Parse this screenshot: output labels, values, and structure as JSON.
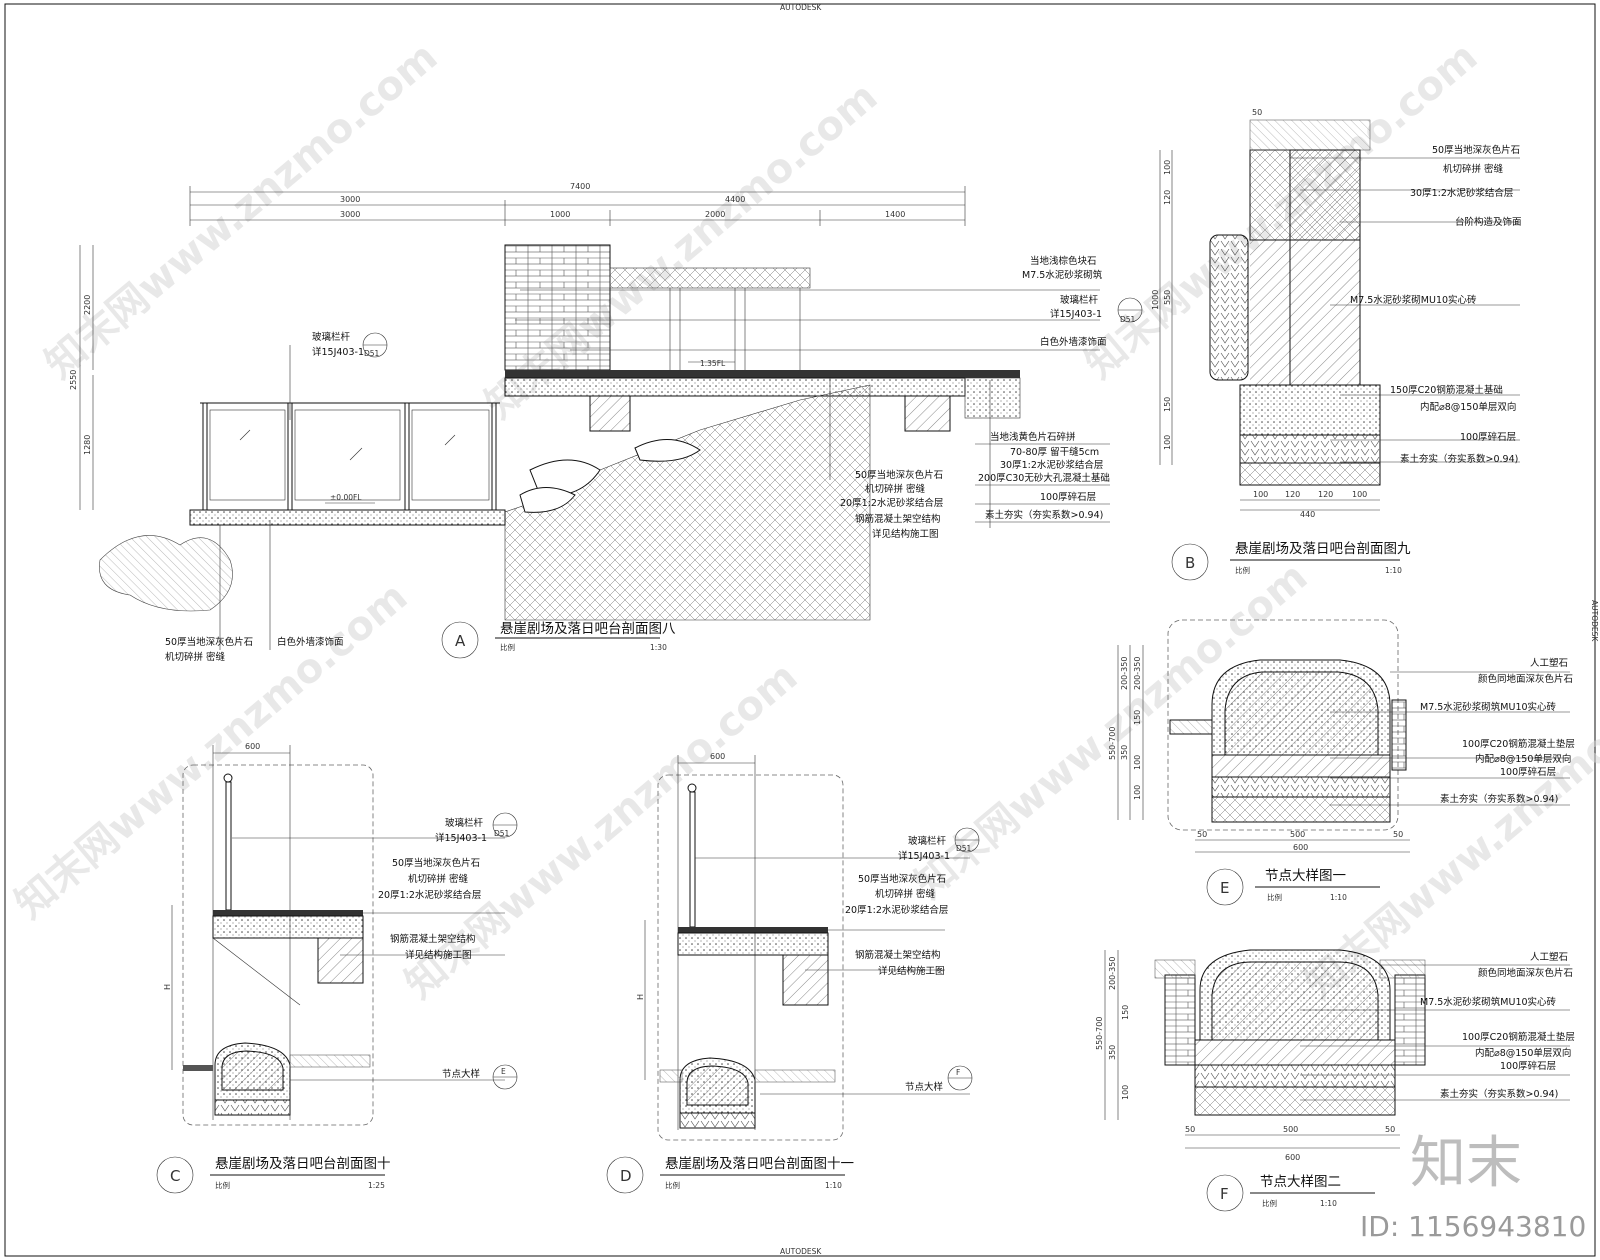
{
  "header": {
    "top_mark": "AUTODESK",
    "bottom_mark": "AUTODESK",
    "side_mark": "AUTODESK"
  },
  "watermark": {
    "site": "知末网www.znzmo.com",
    "logo": "知末",
    "id_label": "ID: 1156943810"
  },
  "section_a": {
    "letter": "A",
    "title": "悬崖剧场及落日吧台剖面图八",
    "scale_label": "比例",
    "scale": "1:30",
    "dims_top": [
      "7400",
      "3000",
      "4400",
      "3000",
      "1000",
      "2000",
      "1400"
    ],
    "dims_left": [
      "2550",
      "1280",
      "2200"
    ],
    "levels": [
      "1.35FL",
      "±0.00FL"
    ],
    "ref_tag": "D51",
    "labels_right": [
      "当地浅棕色块石",
      "M7.5水泥砂浆砌筑",
      "玻璃栏杆",
      "详15J403-1",
      "白色外墙漆饰面",
      "当地浅黄色片石碎拼",
      "70-80厚 留干缝5cm",
      "30厚1:2水泥砂浆结合层",
      "200厚C30无砂大孔混凝土基础",
      "100厚碎石层",
      "素土夯实（夯实系数>0.94)"
    ],
    "labels_mid": [
      "50厚当地深灰色片石",
      "机切碎拼 密缝",
      "20厚1:2水泥砂浆结合层",
      "钢筋混凝土架空结构",
      "详见结构施工图"
    ],
    "labels_left": [
      "玻璃栏杆",
      "详15J403-1"
    ],
    "labels_bottom": [
      "50厚当地深灰色片石",
      "机切碎拼 密缝",
      "白色外墙漆饰面"
    ]
  },
  "section_b": {
    "letter": "B",
    "title": "悬崖剧场及落日吧台剖面图九",
    "scale_label": "比例",
    "scale": "1:10",
    "dims_left": [
      "100",
      "120",
      "1000",
      "550",
      "150",
      "100"
    ],
    "dims_bottom": [
      "100",
      "120",
      "120",
      "100",
      "440"
    ],
    "dim_top": "50",
    "labels": [
      "50厚当地深灰色片石",
      "机切碎拼 密缝",
      "30厚1:2水泥砂浆结合层",
      "台阶构造及饰面",
      "M7.5水泥砂浆砌MU10实心砖",
      "150厚C20钢筋混凝土基础",
      "内配⌀8@150单层双向",
      "100厚碎石层",
      "素土夯实（夯实系数>0.94)"
    ]
  },
  "section_c": {
    "letter": "C",
    "title": "悬崖剧场及落日吧台剖面图十",
    "scale_label": "比例",
    "scale": "1:25",
    "dim_top": "600",
    "dim_left": "H",
    "ref_tag": "D51",
    "node_tag": "E",
    "labels": [
      "玻璃栏杆",
      "详15J403-1",
      "50厚当地深灰色片石",
      "机切碎拼 密缝",
      "20厚1:2水泥砂浆结合层",
      "钢筋混凝土架空结构",
      "详见结构施工图",
      "节点大样"
    ]
  },
  "section_d": {
    "letter": "D",
    "title": "悬崖剧场及落日吧台剖面图十一",
    "scale_label": "比例",
    "scale": "1:10",
    "dim_top": "600",
    "dim_left": "H",
    "ref_tag": "D51",
    "node_tag": "F",
    "labels": [
      "玻璃栏杆",
      "详15J403-1",
      "50厚当地深灰色片石",
      "机切碎拼 密缝",
      "20厚1:2水泥砂浆结合层",
      "钢筋混凝土架空结构",
      "详见结构施工图",
      "节点大样"
    ]
  },
  "detail_e": {
    "letter": "E",
    "title": "节点大样图一",
    "scale_label": "比例",
    "scale": "1:10",
    "dims_left": [
      "200-350",
      "200-350",
      "550-700",
      "150",
      "350",
      "100",
      "100"
    ],
    "dims_bottom": [
      "50",
      "500",
      "50",
      "600"
    ],
    "labels": [
      "人工塑石",
      "颜色同地面深灰色片石",
      "M7.5水泥砂浆砌筑MU10实心砖",
      "100厚C20钢筋混凝土垫层",
      "内配⌀8@150单层双向",
      "100厚碎石层",
      "素土夯实（夯实系数>0.94)"
    ]
  },
  "detail_f": {
    "letter": "F",
    "title": "节点大样图二",
    "scale_label": "比例",
    "scale": "1:10",
    "dims_left": [
      "200-350",
      "550-700",
      "150",
      "350",
      "100"
    ],
    "dims_bottom": [
      "50",
      "500",
      "50",
      "600"
    ],
    "labels": [
      "人工塑石",
      "颜色同地面深灰色片石",
      "M7.5水泥砂浆砌筑MU10实心砖",
      "100厚C20钢筋混凝土垫层",
      "内配⌀8@150单层双向",
      "100厚碎石层",
      "素土夯实（夯实系数>0.94)"
    ]
  }
}
